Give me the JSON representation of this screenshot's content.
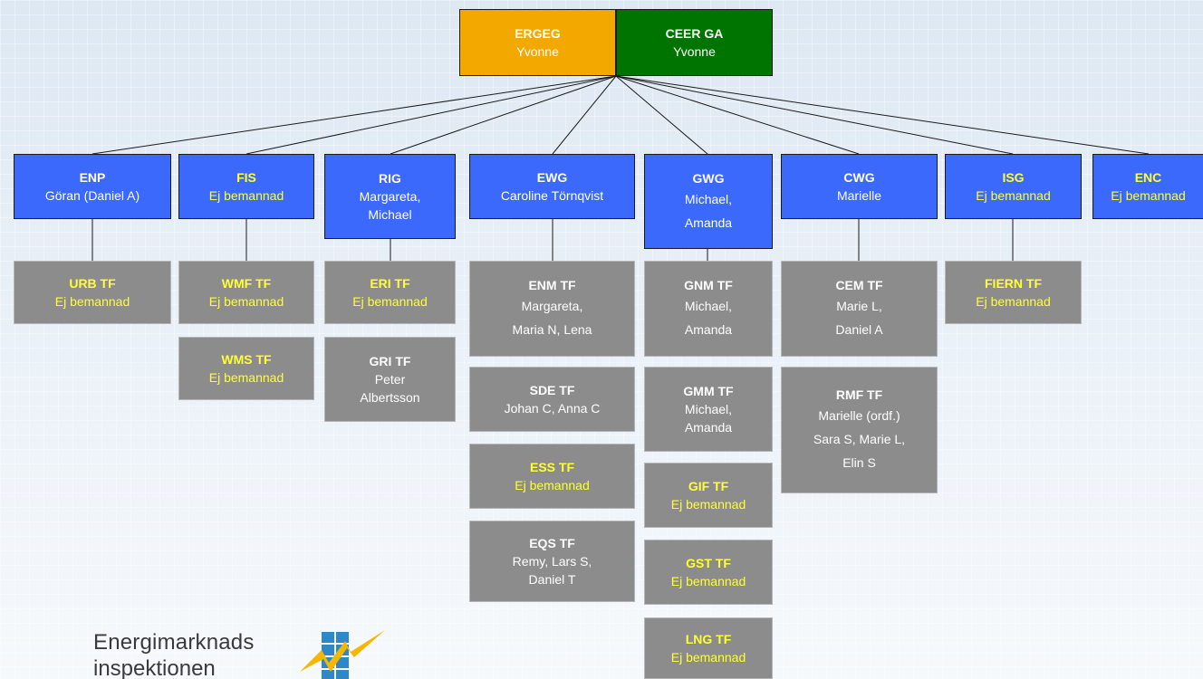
{
  "top": [
    {
      "name": "ERGEG",
      "person": "Yvonne",
      "color": "#f3a800"
    },
    {
      "name": "CEER GA",
      "person": "Yvonne",
      "color": "#007400"
    }
  ],
  "groups": [
    {
      "name": "ENP",
      "person": "Göran (Daniel A)",
      "staffed": true,
      "forces": [
        {
          "name": "URB TF",
          "person": "Ej bemannad",
          "staffed": false
        }
      ]
    },
    {
      "name": "FIS",
      "person": "Ej bemannad",
      "staffed": false,
      "forces": [
        {
          "name": "WMF TF",
          "person": "Ej bemannad",
          "staffed": false
        },
        {
          "name": "WMS TF",
          "person": "Ej bemannad",
          "staffed": false
        }
      ]
    },
    {
      "name": "RIG",
      "person": "Margareta,\nMichael",
      "staffed": true,
      "forces": [
        {
          "name": "ERI TF",
          "person": "Ej bemannad",
          "staffed": false
        },
        {
          "name": "GRI TF",
          "person": "Peter\nAlbertsson",
          "staffed": true
        }
      ]
    },
    {
      "name": "EWG",
      "person": "Caroline Törnqvist",
      "staffed": true,
      "forces": [
        {
          "name": "ENM TF",
          "person": "Margareta,\nMaria N, Lena",
          "staffed": true
        },
        {
          "name": "SDE TF",
          "person": "Johan C, Anna C",
          "staffed": true
        },
        {
          "name": "ESS TF",
          "person": "Ej bemannad",
          "staffed": false
        },
        {
          "name": "EQS TF",
          "person": "Remy, Lars S,\nDaniel T",
          "staffed": true
        }
      ]
    },
    {
      "name": "GWG",
      "person": "Michael,\nAmanda",
      "staffed": true,
      "forces": [
        {
          "name": "GNM TF",
          "person": "Michael,\nAmanda",
          "staffed": true
        },
        {
          "name": "GMM TF",
          "person": "Michael,\nAmanda",
          "staffed": true
        },
        {
          "name": "GIF TF",
          "person": "Ej bemannad",
          "staffed": false
        },
        {
          "name": "GST TF",
          "person": "Ej bemannad",
          "staffed": false
        },
        {
          "name": "LNG TF",
          "person": "Ej bemannad",
          "staffed": false
        }
      ]
    },
    {
      "name": "CWG",
      "person": "Marielle",
      "staffed": true,
      "forces": [
        {
          "name": "CEM TF",
          "person": "Marie L,\nDaniel A",
          "staffed": true
        },
        {
          "name": "RMF TF",
          "person": "Marielle (ordf.)\nSara S, Marie L,\nElin S",
          "staffed": true
        }
      ]
    },
    {
      "name": "ISG",
      "person": "Ej bemannad",
      "staffed": false,
      "forces": [
        {
          "name": "FIERN TF",
          "person": "Ej bemannad",
          "staffed": false
        }
      ]
    },
    {
      "name": "ENC",
      "person": "Ej bemannad",
      "staffed": false,
      "forces": []
    }
  ],
  "logo": {
    "line1": "Energimarknads",
    "line2": "inspektionen"
  },
  "colors": {
    "wg": "#3a69fb",
    "tf": "#8c8c8c",
    "unstaffed_text": "#ffff33",
    "staffed_text": "#ffffff",
    "line": "#1a1a1a"
  }
}
